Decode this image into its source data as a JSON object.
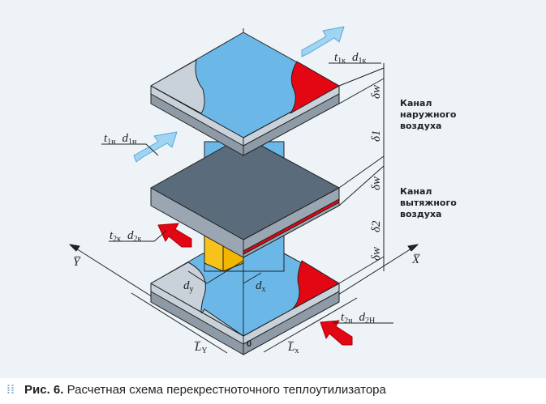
{
  "labels": {
    "t1k": "t",
    "t1k_sub": "1к",
    "d1k": "d",
    "d1k_sub": "1к",
    "t1n": "t",
    "t1n_sub": "1н",
    "d1n": "d",
    "d1n_sub": "1н",
    "t2k": "t",
    "t2k_sub": "2к",
    "d2k": "d",
    "d2k_sub": "2к",
    "t2n": "t",
    "t2n_sub": "2н",
    "d2n": "d",
    "d2n_sub": "2Н",
    "dy": "d",
    "dy_sub": "y",
    "dx": "d",
    "dx_sub": "x",
    "Ly": "L̅",
    "Ly_sub": "Y",
    "Lx": "L̅",
    "Lx_sub": "x",
    "origin": "0",
    "axis_x": "X̅",
    "axis_y": "Y̅",
    "delta_w1": "δw",
    "delta_1": "δ1",
    "delta_w2": "δw",
    "delta_2": "δ2",
    "delta_w3": "δw"
  },
  "channels": {
    "outer_line1": "Канал",
    "outer_line2": "наружного",
    "outer_line3": "воздуха",
    "exhaust_line1": "Канал",
    "exhaust_line2": "вытяжного",
    "exhaust_line3": "воздуха"
  },
  "caption": {
    "prefix": "Рис. 6.",
    "text": "Расчетная схема перекрестноточного теплоутилизатора"
  },
  "colors": {
    "blue": "#6bb8e8",
    "red": "#e30613",
    "dark": "#5a6b7b",
    "yellow": "#f7c21a",
    "light_gray": "#c9d2da",
    "arrow_blue": "#9fd4f2"
  }
}
